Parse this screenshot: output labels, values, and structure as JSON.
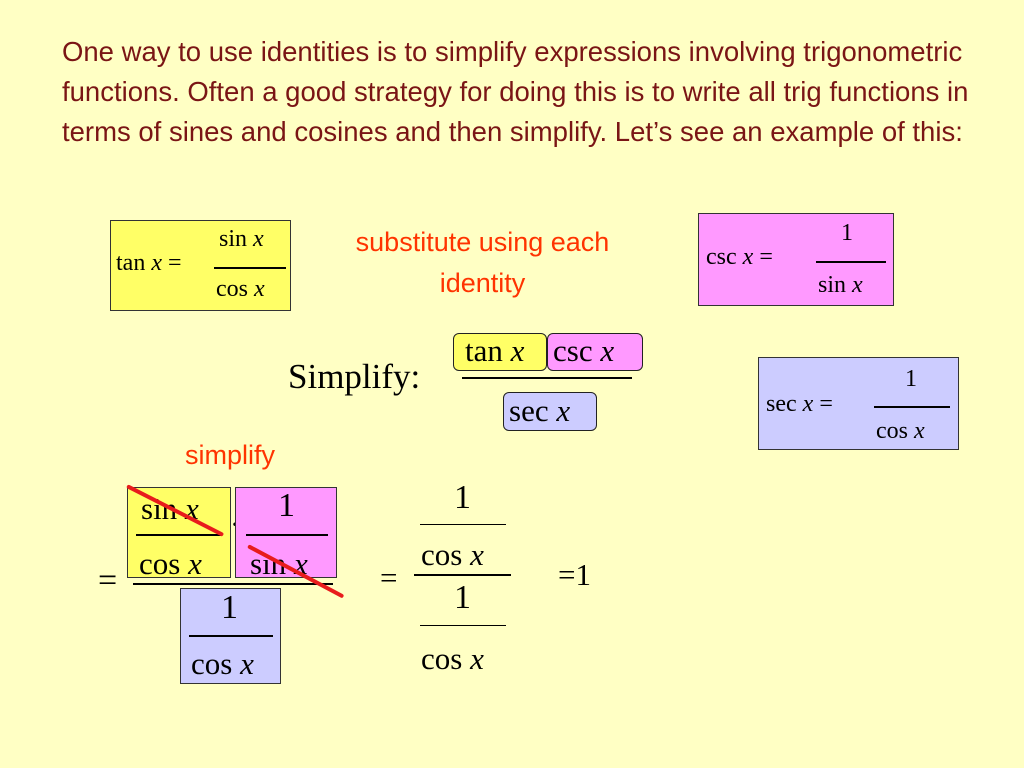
{
  "intro_text": "One way to use identities is to simplify expressions involving trigonometric functions.  Often a good strategy for doing this is to write all trig functions in terms of sines and cosines and then simplify.  Let’s see an example of this:",
  "notes": {
    "substitute": "substitute using each identity",
    "simplify": "simplify"
  },
  "identities": {
    "tan": {
      "lhs": "tan",
      "var": "x",
      "eq": "=",
      "num_fn": "sin",
      "num_var": "x",
      "den_fn": "cos",
      "den_var": "x"
    },
    "csc": {
      "lhs": "csc",
      "var": "x",
      "eq": "=",
      "num": "1",
      "den_fn": "sin",
      "den_var": "x"
    },
    "sec": {
      "lhs": "sec",
      "var": "x",
      "eq": "=",
      "num": "1",
      "den_fn": "cos",
      "den_var": "x"
    }
  },
  "problem": {
    "label": "Simplify:",
    "num1_fn": "tan",
    "num2_fn": "csc",
    "den_fn": "sec",
    "var": "x"
  },
  "step1": {
    "eq": "=",
    "a_num_fn": "sin",
    "a_den_fn": "cos",
    "dot": "·",
    "b_num": "1",
    "b_den_fn": "sin",
    "c_num": "1",
    "c_den_fn": "cos",
    "var": "x"
  },
  "step2": {
    "eq": "=",
    "top_num": "1",
    "top_den_fn": "cos",
    "bot_num": "1",
    "bot_den_fn": "cos",
    "var": "x"
  },
  "result": {
    "eq": "=",
    "value": "1"
  },
  "colors": {
    "background": "#ffffc4",
    "text": "#7a1515",
    "note": "#ff3300",
    "tan_box": "#ffff66",
    "csc_box": "#ff99ff",
    "sec_box": "#ccccff",
    "strike": "#e81c1c"
  }
}
